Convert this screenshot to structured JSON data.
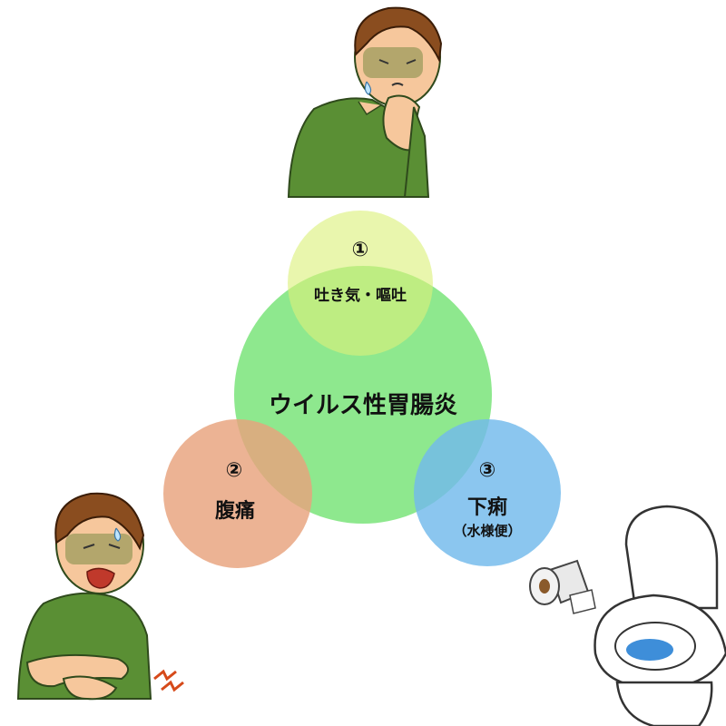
{
  "diagram": {
    "center": {
      "label": "ウイルス性胃腸炎",
      "color": "#6ee26e"
    },
    "symptoms": [
      {
        "number": "①",
        "label": "吐き気・嘔吐",
        "sub": "",
        "color": "#dcf07a"
      },
      {
        "number": "②",
        "label": "腹痛",
        "sub": "",
        "color": "#e8a27c"
      },
      {
        "number": "③",
        "label": "下痢",
        "sub": "（水様便）",
        "color": "#72b9ec"
      }
    ]
  },
  "illustrations": [
    {
      "name": "nauseous-man",
      "icon": "person-holding-mouth"
    },
    {
      "name": "stomachache-man",
      "icon": "person-holding-stomach"
    },
    {
      "name": "toilet",
      "icon": "toilet-with-paper-roll"
    }
  ]
}
